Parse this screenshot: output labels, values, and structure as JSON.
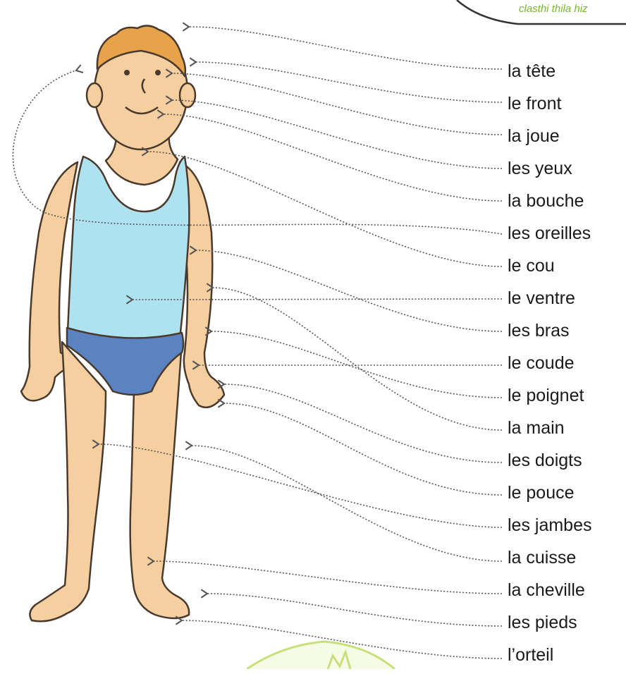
{
  "speech_bubble": {
    "text": "clasthi thila hiz"
  },
  "labels": [
    "la tête",
    "le front",
    "la joue",
    "les yeux",
    "la bouche",
    "les oreilles",
    "le cou",
    "le ventre",
    "les bras",
    "le coude",
    "le poignet",
    "la main",
    "les doigts",
    "le pouce",
    "les jambes",
    "la cuisse",
    "la cheville",
    "les pieds",
    "l’orteil"
  ],
  "colors": {
    "skin": "#f5cfa0",
    "outline": "#4a3a2c",
    "hair": "#e8a34a",
    "vest": "#aee2f0",
    "briefs": "#5b83c2",
    "leader_line": "#555555",
    "bubble_text": "#7ab530"
  }
}
